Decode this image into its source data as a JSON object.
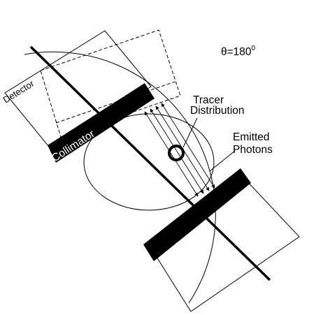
{
  "labels": {
    "angle": "θ=180",
    "angle_superscript": "0",
    "tracer_line1": "Tracer",
    "tracer_line2": "Distribution",
    "photons_line1": "Emitted",
    "photons_line2": "Photons",
    "detector": "Detector",
    "collimator": "Collimator"
  },
  "colors": {
    "ink": "#000000",
    "paper": "#ffffff"
  }
}
